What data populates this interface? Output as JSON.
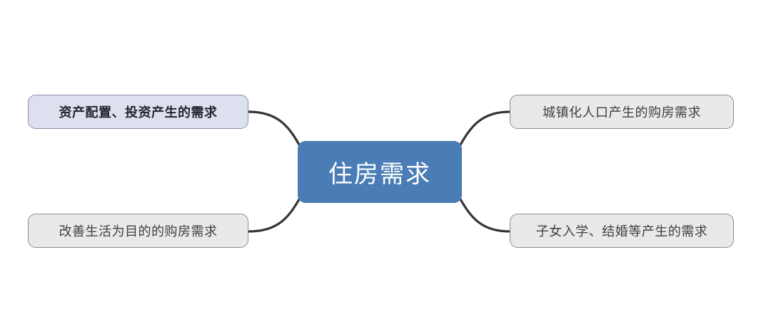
{
  "diagram": {
    "type": "mind-map",
    "title": "住房需求",
    "central": {
      "label": "住房需求",
      "fill": "#4a7cb5",
      "text_color": "#ffffff"
    },
    "branches": [
      {
        "id": "top-left",
        "label": "资产配置、投资产生的需求",
        "position": "top-left",
        "fill": "#dde1ef",
        "border": "#8c90a5",
        "text_color": "#24262e",
        "emphasis": "bold"
      },
      {
        "id": "bottom-left",
        "label": "改善生活为目的的购房需求",
        "position": "bottom-left",
        "fill": "#e9e9e9",
        "border": "#8e8e8e",
        "text_color": "#3f3f3f",
        "emphasis": "normal"
      },
      {
        "id": "top-right",
        "label": "城镇化人口产生的购房需求",
        "position": "top-right",
        "fill": "#e9e9e9",
        "border": "#8e8e8e",
        "text_color": "#3f3f3f",
        "emphasis": "normal"
      },
      {
        "id": "bottom-right",
        "label": "子女入学、结婚等产生的需求",
        "position": "bottom-right",
        "fill": "#e9e9e9",
        "border": "#8e8e8e",
        "text_color": "#3f3f3f",
        "emphasis": "normal"
      }
    ],
    "connector_color": "#33333a"
  }
}
